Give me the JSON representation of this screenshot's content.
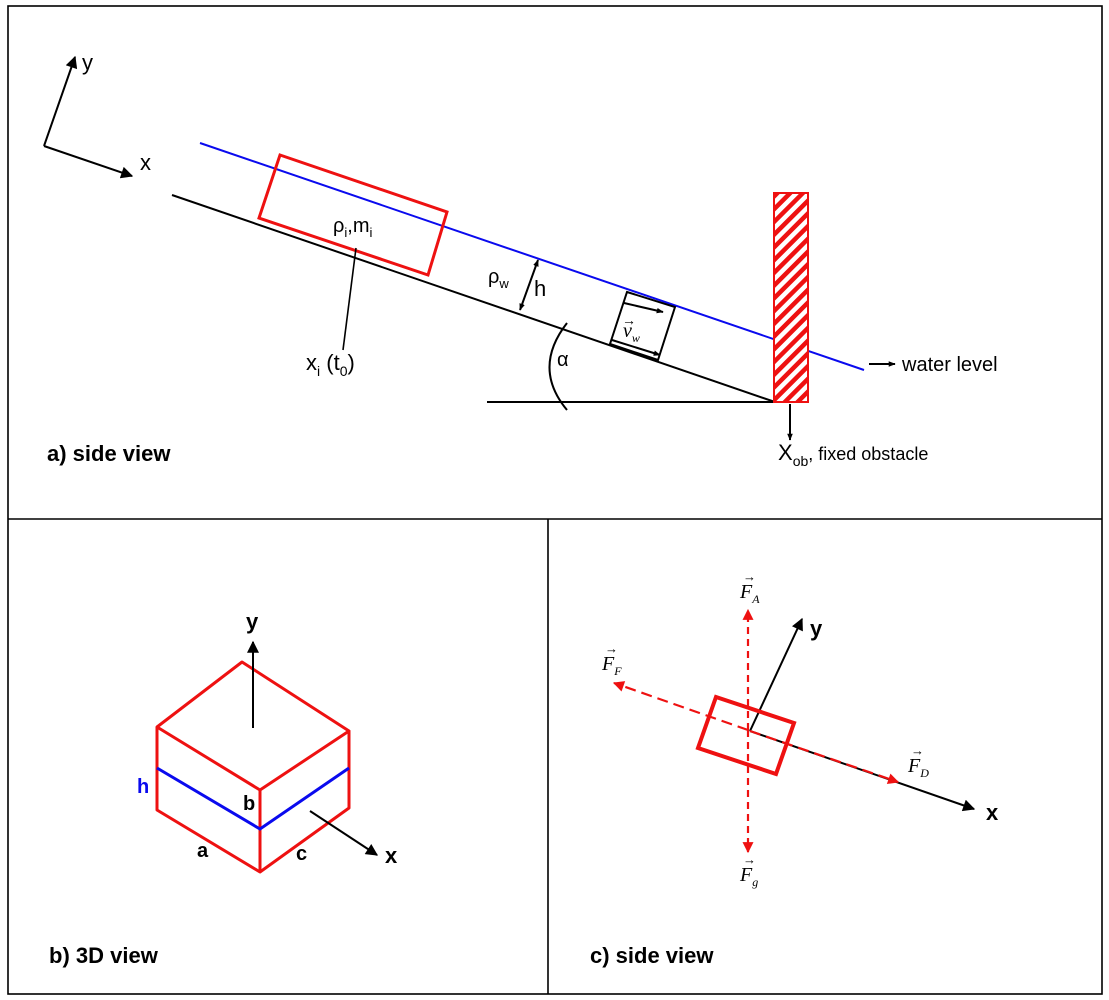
{
  "colors": {
    "frame": "#000000",
    "ice": "#ee1111",
    "water": "#0a0aee",
    "force": "#ee1111",
    "axis": "#000000"
  },
  "panel_a": {
    "caption": "a) side view",
    "axis_x": "x",
    "axis_y": "y",
    "ice_rho": "ρ",
    "ice_rho_sub": "i",
    "ice_sep": ",m",
    "ice_m_sub": "i",
    "pos_x": "x",
    "pos_x_sub": "i",
    "pos_t": " (t",
    "pos_t_sub": "0",
    "pos_close": ")",
    "rho_water": "ρ",
    "rho_water_sub": "w",
    "depth": "h",
    "velocity": "v",
    "velocity_arrow": "→",
    "velocity_sub": "w",
    "angle": "α",
    "water_level": "water level",
    "obstacle_x": "X",
    "obstacle_sub": "ob",
    "obstacle_label": ", fixed obstacle"
  },
  "panel_b": {
    "caption": "b) 3D view",
    "axis_y": "y",
    "axis_x": "x",
    "h": "h",
    "a": "a",
    "b": "b",
    "c": "c"
  },
  "panel_c": {
    "caption": "c) side view",
    "axis_y": "y",
    "axis_x": "x",
    "force_symbol": "F",
    "force_arrow": "→",
    "f_a_sub": "A",
    "f_f_sub": "F",
    "f_d_sub": "D",
    "f_g_sub": "g"
  }
}
